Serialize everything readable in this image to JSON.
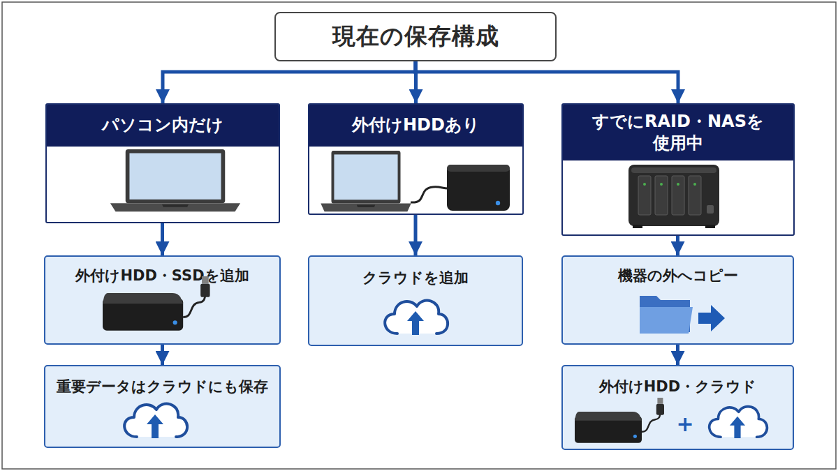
{
  "diagram": {
    "nodes": [
      {
        "text": [
          "現在の保存構成"
        ]
      },
      {
        "text": [
          "パソコン内だけ"
        ]
      },
      {
        "text": [
          "外付けHDDあり"
        ]
      },
      {
        "text": [
          "すでにRAID・NASを使用中"
        ]
      },
      {
        "text": [
          "外付けHDD・SSDを追加"
        ]
      },
      {
        "text": [
          "クラウドを追加"
        ]
      },
      {
        "text": [
          "機器の外へコピー"
        ]
      },
      {
        "text": [
          "重要データはクラウドにも保存"
        ]
      },
      {
        "text": [
          "外付けHDD・クラウド"
        ]
      }
    ],
    "edges": [
      {
        "from": 0,
        "to": 1,
        "arrow": "to"
      },
      {
        "from": 0,
        "to": 2,
        "arrow": "to"
      },
      {
        "from": 0,
        "to": 3,
        "arrow": "to"
      },
      {
        "from": 1,
        "to": 4,
        "arrow": "to"
      },
      {
        "from": 2,
        "to": 5,
        "arrow": "to"
      },
      {
        "from": 3,
        "to": 6,
        "arrow": "to"
      },
      {
        "from": 4,
        "to": 7,
        "arrow": "to"
      },
      {
        "from": 6,
        "to": 8,
        "arrow": "to"
      }
    ],
    "labels": [
      "+"
    ]
  }
}
